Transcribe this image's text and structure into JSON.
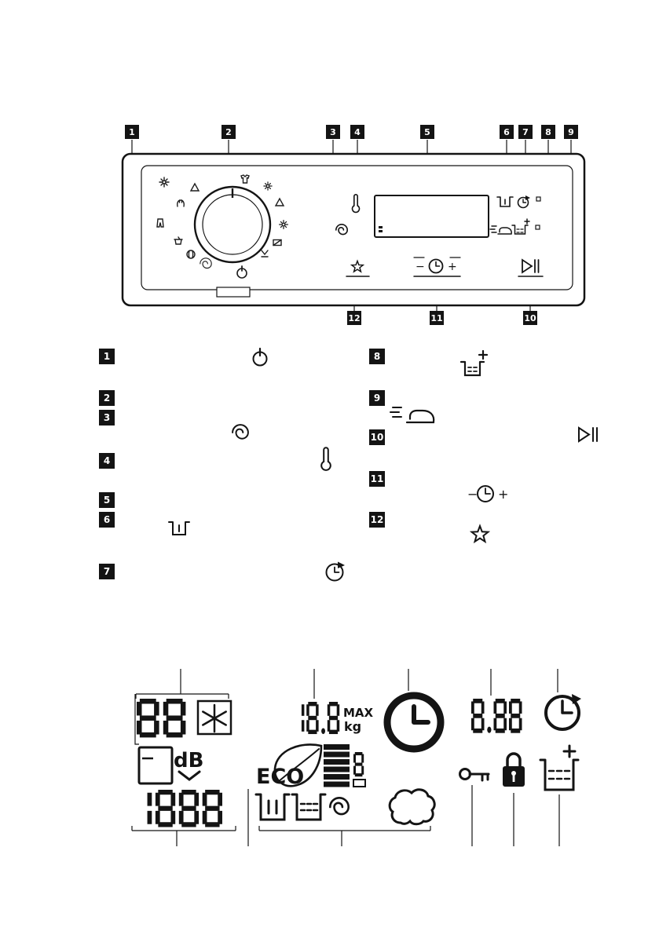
{
  "panel": {
    "callouts_top": [
      "1",
      "2",
      "3",
      "4",
      "5",
      "6",
      "7",
      "8",
      "9"
    ],
    "callouts_bottom": [
      "12",
      "11",
      "10"
    ],
    "dial_programs": [
      "cottons",
      "cottons-eco",
      "synthetics",
      "delicates",
      "wool-handwash",
      "silk",
      "jeans",
      "curtains",
      "handwash",
      "wool",
      "duvet",
      "drain",
      "spin-dry",
      "off"
    ],
    "time_save": {
      "minus": "−",
      "plus": "+"
    }
  },
  "legend": {
    "left_items": [
      {
        "number": "1",
        "icon": "power-icon"
      },
      {
        "number": "2",
        "icon": ""
      },
      {
        "number": "3",
        "icon": "spin-icon"
      },
      {
        "number": "4",
        "icon": "temperature-icon"
      },
      {
        "number": "5",
        "icon": ""
      },
      {
        "number": "6",
        "icon": "prewash-icon"
      },
      {
        "number": "7",
        "icon": "delay-start-icon"
      }
    ],
    "right_items": [
      {
        "number": "8",
        "icon": "extra-rinse-icon"
      },
      {
        "number": "9",
        "icon": "easy-iron-icon"
      },
      {
        "number": "10",
        "icon": "start-pause-icon"
      },
      {
        "number": "11",
        "icon": "time-save-icon"
      },
      {
        "number": "12",
        "icon": "favourite-icon"
      }
    ]
  },
  "display": {
    "spin_digits": "88",
    "load_digits": "18.8",
    "max_label": "MAX",
    "kg_label": "kg",
    "delay_digits": "8.88",
    "time_digits": "1888",
    "eco_label": "ECO",
    "noise_label": "dB",
    "load_size_digit": "8"
  }
}
